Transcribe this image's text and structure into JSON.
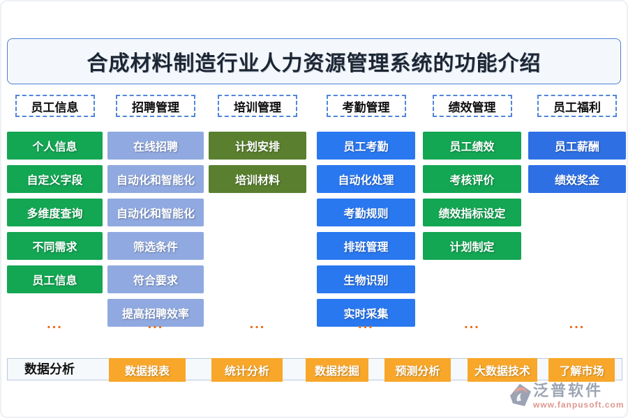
{
  "title": "合成材料制造行业人力资源管理系统的功能介绍",
  "colors": {
    "green": "#13a653",
    "periwinkle": "#90a9e0",
    "olive": "#597f2f",
    "blue": "#2a78f0",
    "royal": "#2e70e4",
    "orange": "#f8a72a",
    "ellipsis": "#ee6a12",
    "title_border": "#4a7fd4",
    "header_dash_border": "#4f86d8"
  },
  "columns": [
    {
      "header": "员工信息",
      "color": "green",
      "items": [
        "个人信息",
        "自定义字段",
        "多维度查询",
        "不同需求",
        "员工信息"
      ],
      "ellipsis": "..."
    },
    {
      "header": "招聘管理",
      "color": "periwinkle",
      "items": [
        "在线招聘",
        "自动化和智能化",
        "自动化和智能化",
        "筛选条件",
        "符合要求",
        "提高招聘效率"
      ],
      "ellipsis": "..."
    },
    {
      "header": "培训管理",
      "color": "olive",
      "items": [
        "计划安排",
        "培训材料"
      ],
      "ellipsis": "..."
    },
    {
      "header": "考勤管理",
      "color": "blue",
      "items": [
        "员工考勤",
        "自动化处理",
        "考勤规则",
        "排班管理",
        "生物识别",
        "实时采集"
      ],
      "ellipsis": "..."
    },
    {
      "header": "绩效管理",
      "color": "green",
      "items": [
        "员工绩效",
        "考核评价",
        "绩效指标设定",
        "计划制定"
      ],
      "ellipsis": "..."
    },
    {
      "header": "员工福利",
      "color": "royal",
      "items": [
        "员工薪酬",
        "绩效奖金"
      ],
      "ellipsis": "..."
    }
  ],
  "bottom": {
    "label": "数据分析",
    "items": [
      "数据报表",
      "统计分析",
      "数据挖掘",
      "预测分析",
      "大数据技术",
      "了解市场"
    ]
  },
  "logo": {
    "name": "泛普软件",
    "url": "www.fanpusoft.com"
  }
}
